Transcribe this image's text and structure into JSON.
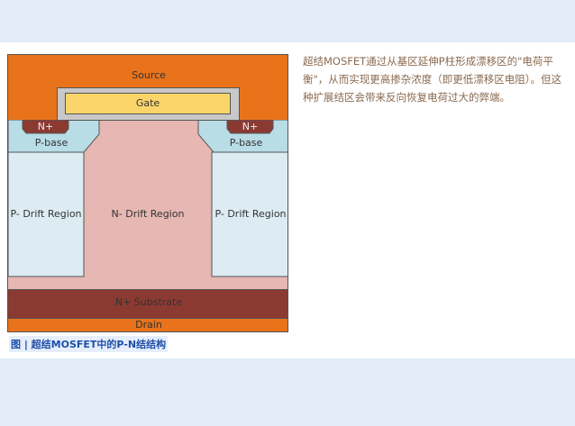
{
  "diagram": {
    "source": "Source",
    "gate": "Gate",
    "n_plus_left": "N+",
    "n_plus_right": "N+",
    "p_base_left": "P-base",
    "p_base_right": "P-base",
    "p_drift_left": "P- Drift Region",
    "n_drift": "N- Drift Region",
    "p_drift_right": "P- Drift Region",
    "substrate": "N+ Substrate",
    "drain": "Drain",
    "colors": {
      "source": "#e8731a",
      "gate": "#fbd56a",
      "oxide": "#c8c8c8",
      "n_plus": "#8b3a32",
      "p_base": "#b9dde6",
      "p_drift": "#dcecf2",
      "n_drift": "#e6b7b3",
      "substrate": "#8b3a32",
      "drain": "#e8731a"
    }
  },
  "caption": "图 | 超结MOSFET中的P-N结结构",
  "paragraph": "超结MOSFET通过从基区延伸P柱形成漂移区的\"电荷平衡\"，从而实现更高掺杂浓度（即更低漂移区电阻）。但这种扩展结区会带来反向恢复电荷过大的弊端。"
}
